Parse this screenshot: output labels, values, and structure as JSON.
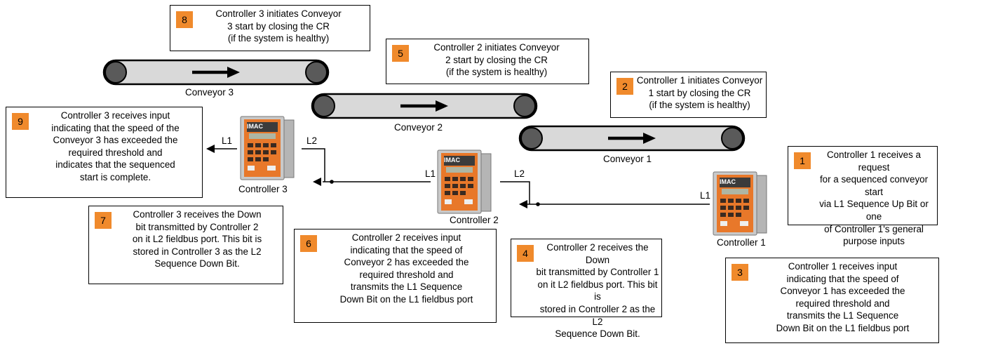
{
  "steps": [
    {
      "num": "1",
      "text": "Controller 1 receives a request\nfor a sequenced conveyor start\nvia L1 Sequence Up Bit or one\nof Controller 1's general\npurpose inputs"
    },
    {
      "num": "2",
      "text": "Controller 1 initiates Conveyor\n1 start by closing the CR\n(if the system is healthy)"
    },
    {
      "num": "3",
      "text": "Controller 1 receives input\nindicating that the speed of\nConveyor 1 has exceeded the\nrequired threshold and\ntransmits the L1 Sequence\nDown Bit on the L1 fieldbus port"
    },
    {
      "num": "4",
      "text": "Controller 2 receives the Down\nbit transmitted by Controller 1\non it L2 fieldbus port. This bit is\nstored in Controller 2 as the L2\nSequence Down Bit."
    },
    {
      "num": "5",
      "text": "Controller 2 initiates Conveyor\n2 start by closing the CR\n(if the system is healthy)"
    },
    {
      "num": "6",
      "text": "Controller 2 receives input\nindicating that the speed of\nConveyor 2 has exceeded the\nrequired threshold and\ntransmits the L1 Sequence\nDown Bit on the L1 fieldbus port"
    },
    {
      "num": "7",
      "text": "Controller 3 receives the Down\nbit transmitted by Controller 2\non it L2 fieldbus port. This bit is\nstored in Controller 3 as the L2\nSequence Down Bit."
    },
    {
      "num": "8",
      "text": "Controller 3 initiates Conveyor\n3 start by closing the CR\n(if the system is healthy)"
    },
    {
      "num": "9",
      "text": "Controller 3 receives input\nindicating that the speed of the\nConveyor 3 has exceeded the\nrequired threshold and\nindicates that the sequenced\nstart is complete."
    }
  ],
  "conveyors": [
    "Conveyor 1",
    "Conveyor 2",
    "Conveyor 3"
  ],
  "controllers": [
    "Controller 1",
    "Controller 2",
    "Controller 3"
  ],
  "controller_brand": "IMAC",
  "ports": {
    "l1": "L1",
    "l2": "L2"
  },
  "colors": {
    "badge": "#f08a2c",
    "belt": "#d9d9d9",
    "roller": "#5a5a5a",
    "panel": "#e8782a",
    "frame": "#c8c8c8"
  }
}
